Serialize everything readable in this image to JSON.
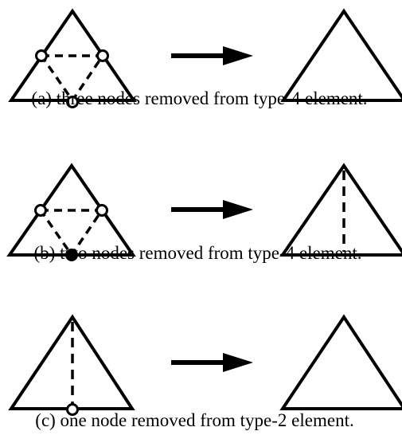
{
  "panels": [
    {
      "caption": "(a) three nodes removed from type-4 element.",
      "before": {
        "dashed_midpoint_triangle": true,
        "dashed_median": false,
        "removed_nodes": [
          "left-edge-midpoint",
          "right-edge-midpoint",
          "base-midpoint"
        ],
        "filled_base_node": false
      },
      "after": {
        "dashed_median": false
      }
    },
    {
      "caption": "(b) two nodes removed from type-4 element.",
      "before": {
        "dashed_midpoint_triangle": true,
        "dashed_median": false,
        "removed_nodes": [
          "left-edge-midpoint",
          "right-edge-midpoint"
        ],
        "filled_base_node": true
      },
      "after": {
        "dashed_median": true
      }
    },
    {
      "caption": "(c) one node removed from type-2 element.",
      "before": {
        "dashed_midpoint_triangle": false,
        "dashed_median": true,
        "removed_nodes": [
          "base-midpoint"
        ],
        "filled_base_node": false
      },
      "after": {
        "dashed_median": false
      }
    }
  ],
  "colors": {
    "ink": "#000000",
    "background": "#ffffff"
  },
  "arrow_icon": "right-arrow-icon"
}
